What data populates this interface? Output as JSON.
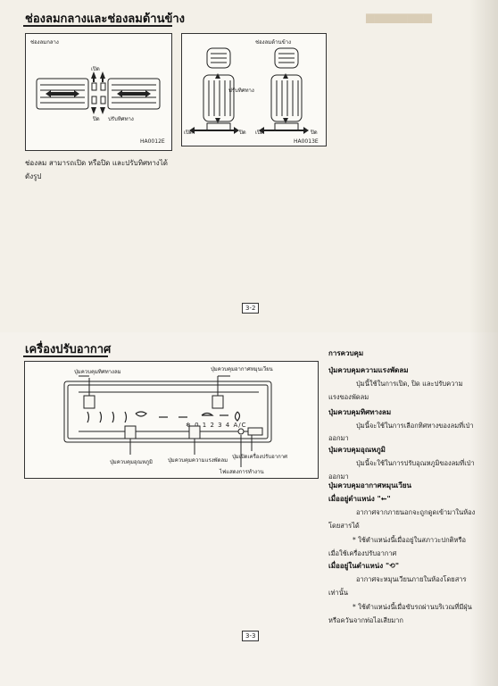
{
  "page_top": {
    "heading": "ช่องลมกลางและช่องลมด้านข้าง",
    "figure_left": {
      "label": "ช่องลมกลาง",
      "open": "เปิด",
      "close": "ปิด",
      "adjust": "ปรับทิศทาง",
      "code": "HA0012E"
    },
    "figure_right": {
      "label": "ช่องลมด้านข้าง",
      "adjust": "ปรับทิศทาง",
      "open": "เปิด",
      "close": "ปิด",
      "code": "HA0013E"
    },
    "body": "ช่องลม สามารถเปิด หรือปิด และปรับทิศทางได้ดังรูป",
    "page_number": "3-2"
  },
  "page_bottom": {
    "heading": "เครื่องปรับอากาศ",
    "figure": {
      "label_direction": "ปุ่มควบคุมทิศทางลม",
      "label_recirc": "ปุ่มควบคุมอากาศหมุนเวียน",
      "label_temp": "ปุ่มควบคุมอุณหภูมิ",
      "label_fan": "ปุ่มควบคุมความแรงพัดลม",
      "label_ac": "ปุ่มเปิดเครื่องปรับอากาศ",
      "label_lamp": "ไฟแสดงการทำงาน",
      "fan_scale": "❄ 0 1 2 3 4  A/C"
    },
    "controls": {
      "title": "การควบคุม",
      "fan_head": "ปุ่มควบคุมความแรงพัดลม",
      "fan_text_1": "ปุ่มนี้ใช้ในการเปิด, ปิด และปรับความ",
      "fan_text_2": "แรงของพัดลม",
      "dir_head": "ปุ่มควบคุมทิศทางลม",
      "dir_text_1": "ปุ่มนี้จะใช้ในการเลือกทิศทางของลมที่เป่า",
      "dir_text_2": "ออกมา",
      "temp_head": "ปุ่มควบคุมอุณหภูมิ",
      "temp_text_1": "ปุ่มนี้จะใช้ในการปรับอุณหภูมิของลมที่เป่า",
      "temp_text_2": "ออกมา",
      "recirc_head": "ปุ่มควบคุมอากาศหมุนเวียน",
      "pos1_head": "เมื่ออยู่ตำแหน่ง \"⇜\"",
      "pos1_text_1": "อากาศจากภายนอกจะถูกดูดเข้ามาในห้อง",
      "pos1_text_2": "โดยสารได้",
      "pos1_note_1": "* ใช้ตำแหน่งนี้เมื่ออยู่ในสภาวะปกติหรือ",
      "pos1_note_2": "เมื่อใช้เครื่องปรับอากาศ",
      "pos2_head": "เมื่ออยู่ในตำแหน่ง \"⟲\"",
      "pos2_text_1": "อากาศจะหมุนเวียนภายในห้องโดยสาร",
      "pos2_text_2": "เท่านั้น",
      "pos2_note_1": "* ใช้ตำแหน่งนี้เมื่อขับรถผ่านบริเวณที่มีฝุ่น",
      "pos2_note_2": "หรือควันจากท่อไอเสียมาก"
    },
    "page_number": "3-3"
  }
}
